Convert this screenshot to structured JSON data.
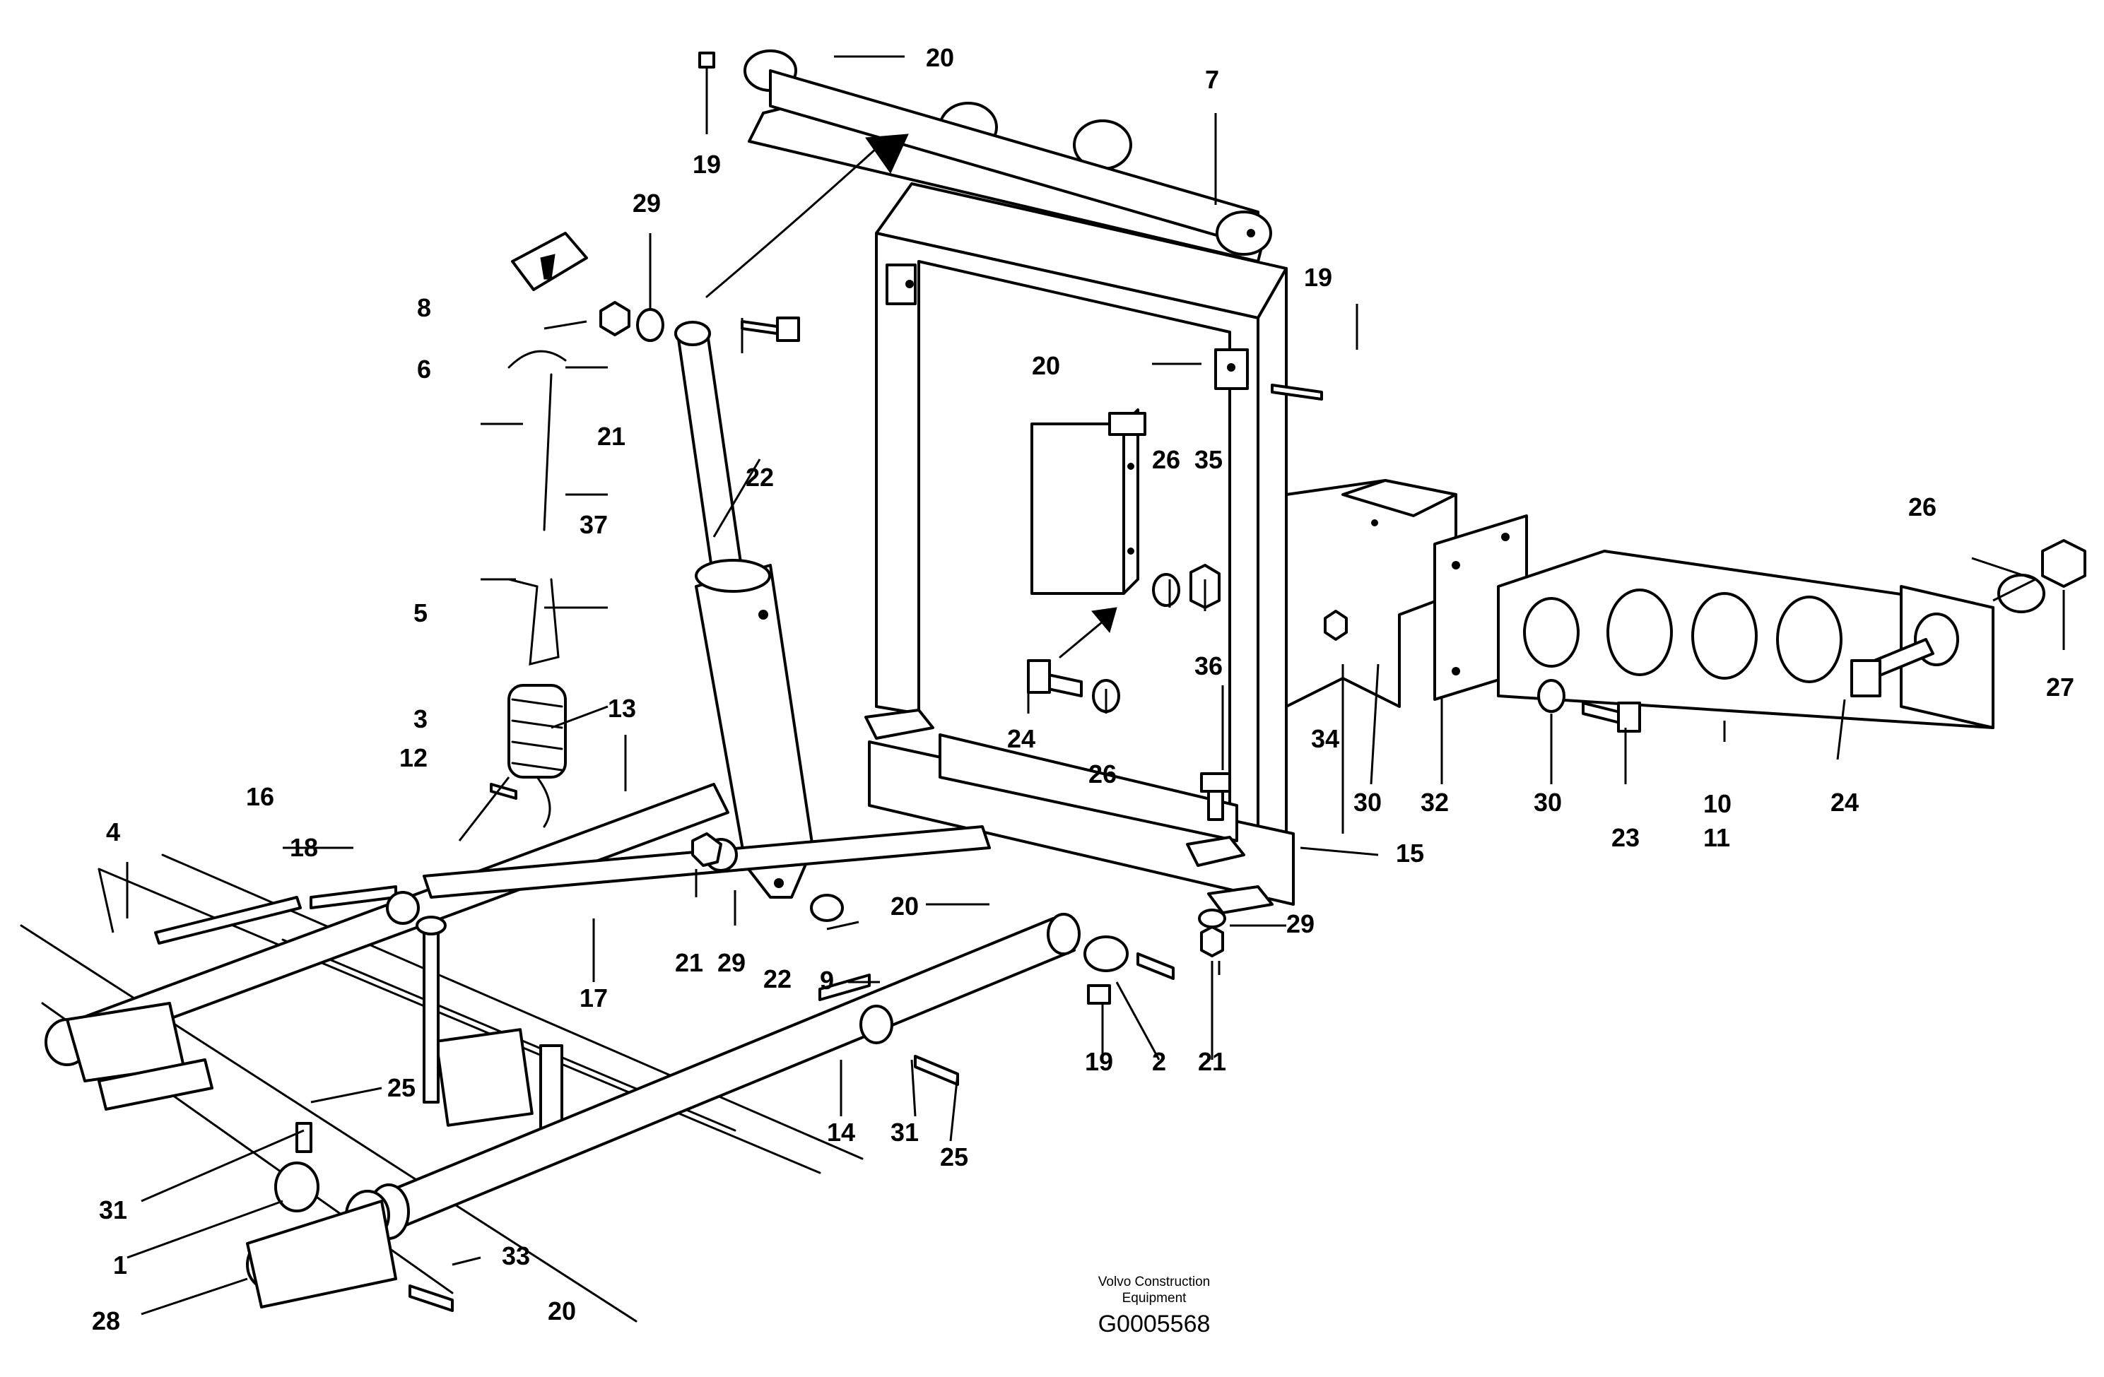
{
  "publisher": "Volvo Construction Equipment",
  "publisher_lines": [
    "Volvo Construction",
    "Equipment"
  ],
  "figure_id": "G0005568",
  "callouts": [
    "20",
    "19",
    "7",
    "29",
    "8",
    "6",
    "21",
    "22",
    "19",
    "20",
    "26",
    "35",
    "37",
    "5",
    "3",
    "13",
    "12",
    "16",
    "4",
    "18",
    "36",
    "24",
    "26",
    "34",
    "30",
    "32",
    "30",
    "23",
    "10",
    "11",
    "24",
    "26",
    "27",
    "15",
    "20",
    "29",
    "21",
    "29",
    "22",
    "17",
    "9",
    "19",
    "2",
    "21",
    "14",
    "31",
    "25",
    "25",
    "31",
    "1",
    "33",
    "28",
    "20"
  ]
}
